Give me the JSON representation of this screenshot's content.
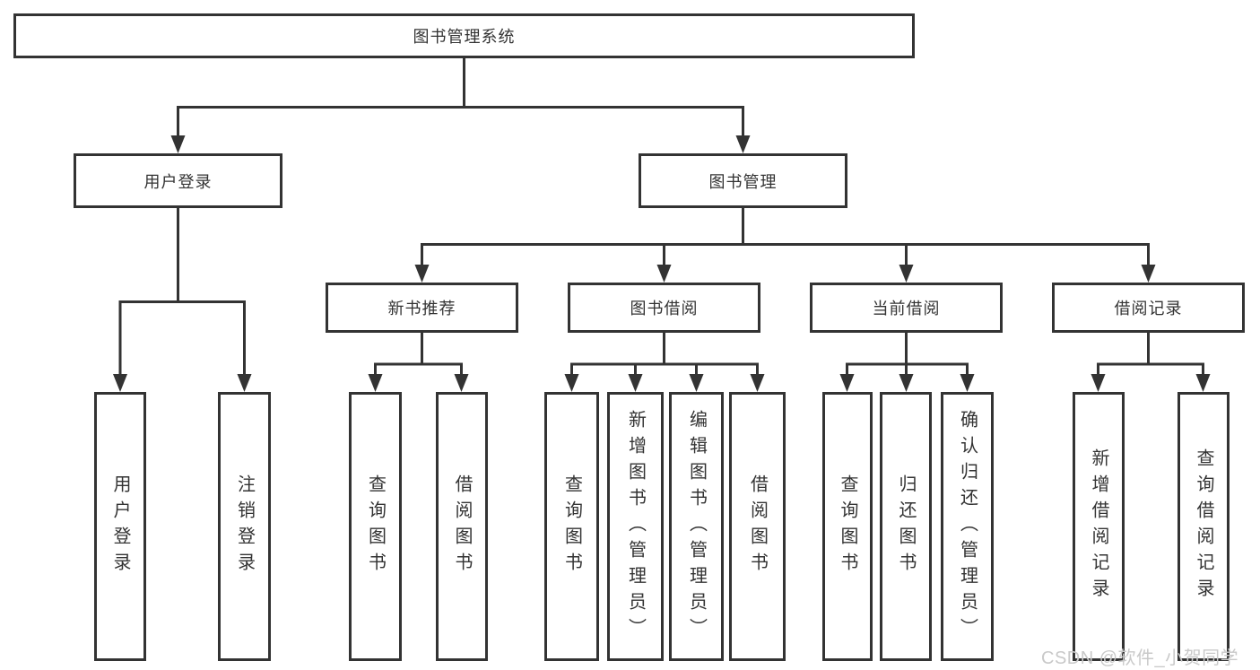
{
  "colors": {
    "line": "#333333",
    "text": "#333333",
    "watermark": "#c9c9c9",
    "background": "#ffffff"
  },
  "watermark": {
    "text": "CSDN @软件_小贺同学"
  },
  "tree": {
    "root": {
      "label": "图书管理系统",
      "children": [
        {
          "label": "用户登录",
          "children": [
            {
              "label": "用户登录"
            },
            {
              "label": "注销登录"
            }
          ]
        },
        {
          "label": "图书管理",
          "children": [
            {
              "label": "新书推荐",
              "children": [
                {
                  "label": "查询图书"
                },
                {
                  "label": "借阅图书"
                }
              ]
            },
            {
              "label": "图书借阅",
              "children": [
                {
                  "label": "查询图书"
                },
                {
                  "label": "新增图书（管理员）"
                },
                {
                  "label": "编辑图书（管理员）"
                },
                {
                  "label": "借阅图书"
                }
              ]
            },
            {
              "label": "当前借阅",
              "children": [
                {
                  "label": "查询图书"
                },
                {
                  "label": "归还图书"
                },
                {
                  "label": "确认归还（管理员）"
                }
              ]
            },
            {
              "label": "借阅记录",
              "children": [
                {
                  "label": "新增借阅记录"
                },
                {
                  "label": "查询借阅记录"
                }
              ]
            }
          ]
        }
      ]
    }
  }
}
